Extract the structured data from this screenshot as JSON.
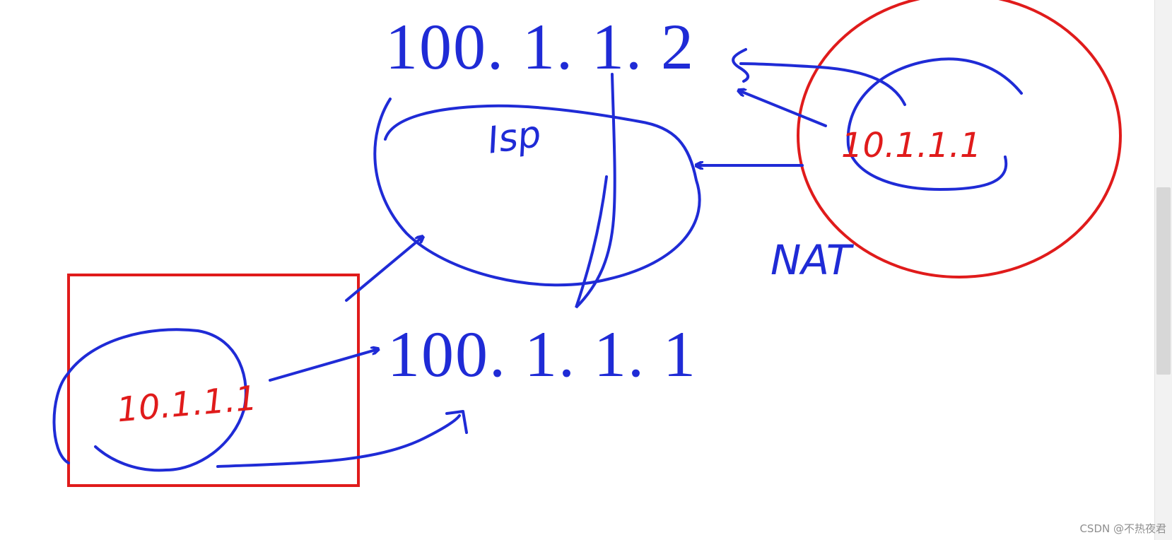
{
  "diagram": {
    "ip_top": "100. 1. 1. 2",
    "ip_bottom": "100. 1. 1. 1",
    "isp_label": "Isp",
    "nat_label": "NAT",
    "private_ip_right": "10.1.1.1",
    "private_ip_left": "10.1.1.1"
  },
  "watermark": "CSDN @不热夜君",
  "colors": {
    "ink_blue": "#1f2bd6",
    "ink_red": "#e01b1b"
  }
}
